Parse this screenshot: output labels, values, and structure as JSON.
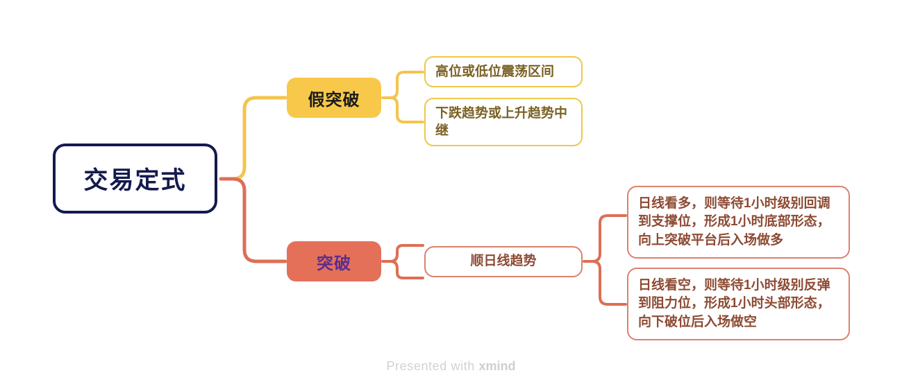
{
  "root": {
    "label": "交易定式"
  },
  "branches": [
    {
      "label": "假突破",
      "color": "#F7C84A",
      "text_color": "#1b1b1b",
      "children": [
        {
          "label": "高位或低位震荡区间"
        },
        {
          "label": "下跌趋势或上升趋势中继"
        }
      ]
    },
    {
      "label": "突破",
      "color": "#E4705A",
      "text_color": "#5B2D8E",
      "children": [
        {
          "label": "顺日线趋势",
          "children": [
            {
              "label": "日线看多，则等待1小时级别回调到支撑位，形成1小时底部形态，向上突破平台后入场做多"
            },
            {
              "label": "日线看空，则等待1小时级别反弹到阻力位，形成1小时头部形态，向下破位后入场做空"
            }
          ]
        }
      ]
    }
  ],
  "footer": {
    "prefix": "Presented with ",
    "brand": "xmind"
  },
  "colors": {
    "root_border": "#141a4e",
    "yellow": "#F7C84A",
    "yellow_outline": "#EDC84B",
    "yellow_text": "#7a6224",
    "coral": "#E4705A",
    "coral_outline": "#DC816C",
    "coral_text": "#8d4a33",
    "purple_text": "#5B2D8E",
    "background": "#ffffff"
  }
}
